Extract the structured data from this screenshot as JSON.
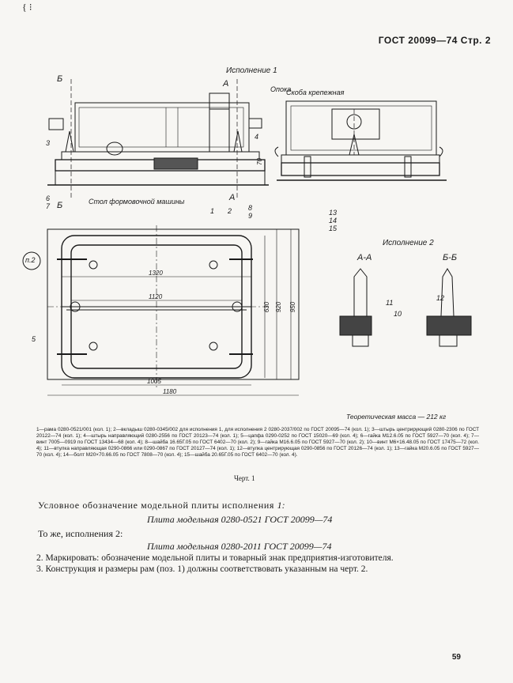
{
  "header": {
    "doc_title": "ГОСТ 20099—74 Стр. 2"
  },
  "drawing": {
    "variant1_title": "Исполнение 1",
    "variant2_title": "Исполнение 2",
    "section_b": "Б",
    "section_a": "А",
    "label_support": "Опока",
    "label_clamp": "Скоба крепежная",
    "label_table": "Стол формовочной машины",
    "section_aa": "А-А",
    "section_bb": "Б-Б",
    "callout_p2": "п.2",
    "pos": [
      "1",
      "2",
      "3",
      "4",
      "5",
      "6",
      "7",
      "8",
      "9",
      "10",
      "11",
      "12",
      "13",
      "14",
      "15"
    ],
    "dim_1320": "1320",
    "dim_1120": "1120",
    "dim_1005": "1005",
    "dim_1180": "1180",
    "dim_950": "950",
    "dim_920": "920",
    "dim_630": "630",
    "dim_70": "70"
  },
  "mass_note": "Теоретическая масса — 212 кг",
  "legend": "1—рама 0280-0521/001 (кол. 1); 2—вкладыш 0280-0345/002 для исполнения 1, для исполнения 2 0280-2037/002 по ГОСТ 20095—74 (кол. 1); 3—штырь центрирующий 0280-2306 по ГОСТ 20122—74 (кол. 1); 4—штырь направляющий 0280-2556 по ГОСТ 20123—74 (кол. 1); 5—цапфа 0290-0252 по ГОСТ 15020—69 (кол. 4); 6—гайка М12.6.05 по ГОСТ 5927—70 (кол. 4); 7—винт 7005—0919 по ГОСТ 13434—68 (кол. 4); 8—шайба 16.65Г.05 по ГОСТ 6402—70 (кол. 2); 9—гайка М16.6.05 по ГОСТ 5927—70 (кол. 2); 10—винт М6×16.48.05 по ГОСТ 17475—72 (кол. 4); 11—втулка направляющая 0290-0866 или 0290-0867 по ГОСТ 20127—74 (кол. 1); 12—втулка центрирующая 0290-0856 по ГОСТ 20126—74 (кол. 1); 13—гайка М20.6.05 по ГОСТ 5927—70 (кол. 4); 14—болт М20×70.66.05 по ГОСТ 7808—70 (кол. 4); 15—шайба 20.65Г.05 по ГОСТ 6402—70 (кол. 4).",
  "figure_caption": "Черт. 1",
  "condition1_text": "Условное обозначение модельной плиты исполнения",
  "condition1_num": "1:",
  "plate1": "Плита модельная 0280-0521 ГОСТ 20099—74",
  "condition2": "То же, исполнения 2:",
  "plate2": "Плита модельная 0280-2011 ГОСТ 20099—74",
  "item2": "2. Маркировать: обозначение модельной плиты и товарный знак предприятия-изготовителя.",
  "item3": "3. Конструкция и размеры рам (поз. 1) должны соответствовать указанным на черт. 2.",
  "page_number": "59",
  "corner_mark": "{ ⁝"
}
